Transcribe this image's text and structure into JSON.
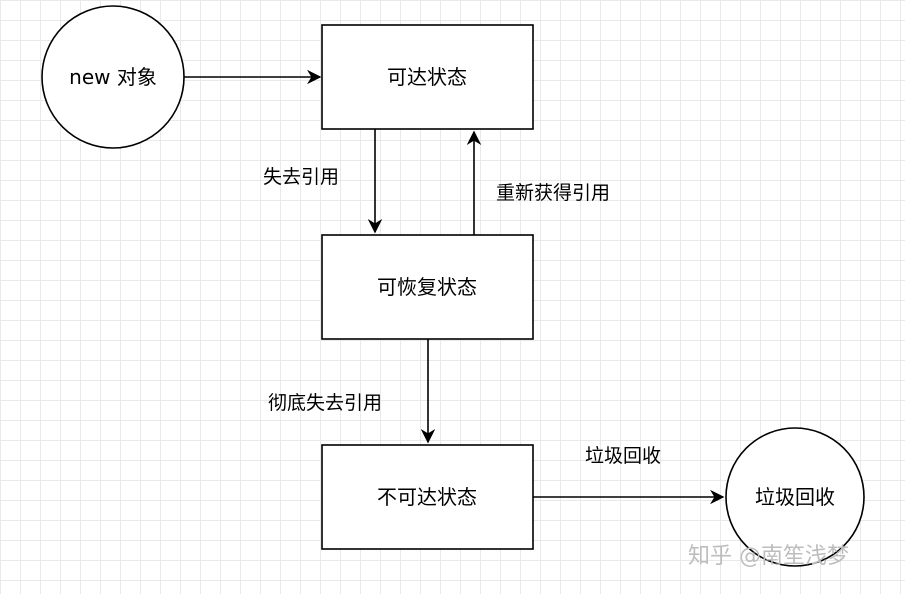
{
  "nodes": {
    "new_object": "new 对象",
    "reachable": "可达状态",
    "recoverable": "可恢复状态",
    "unreachable": "不可达状态",
    "gc": "垃圾回收"
  },
  "edges": {
    "lose_reference": "失去引用",
    "regain_reference": "重新获得引用",
    "lose_reference_completely": "彻底失去引用",
    "garbage_collect": "垃圾回收"
  },
  "watermark": "知乎 @南笙浅梦",
  "colors": {
    "stroke": "#000000",
    "fill": "#ffffff",
    "grid": "#e9e9e9",
    "watermark": "#bdbdbd"
  }
}
